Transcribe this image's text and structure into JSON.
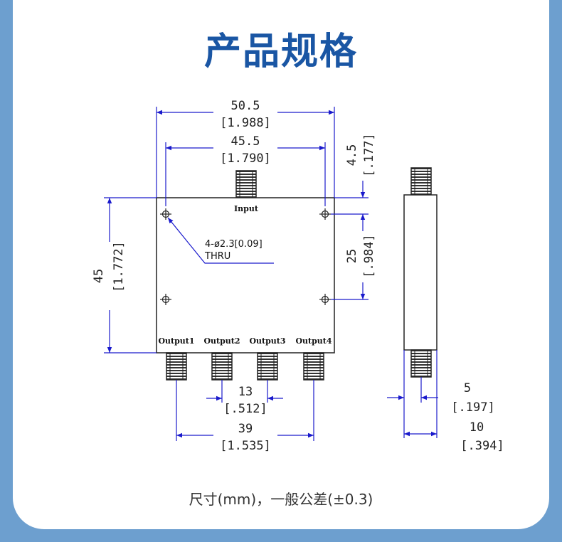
{
  "title": "产品规格",
  "caption": "尺寸(mm)，一般公差(±0.3)",
  "drawing": {
    "input_label": "Input",
    "output_labels": [
      "Output1",
      "Output2",
      "Output3",
      "Output4"
    ],
    "hole_note_line1": "4-ø2.3[0.09]",
    "hole_note_line2": "THRU",
    "dimensions": {
      "overall_width": {
        "mm": "50.5",
        "in": "[1.988]"
      },
      "hole_spacing_x": {
        "mm": "45.5",
        "in": "[1.790]"
      },
      "hole_offset_top": {
        "mm": "4.5",
        "in": "[.177]"
      },
      "height": {
        "mm": "45",
        "in": "[1.772]"
      },
      "hole_spacing_y": {
        "mm": "25",
        "in": "[.984]"
      },
      "output_pitch": {
        "mm": "13",
        "in": "[.512]"
      },
      "output_span": {
        "mm": "39",
        "in": "[1.535]"
      },
      "connector_offset": {
        "mm": "5",
        "in": "[.197]"
      },
      "thickness": {
        "mm": "10",
        "in": "[.394]"
      }
    }
  },
  "colors": {
    "title": "#1a56a4",
    "dimension_line": "#1a1acc",
    "outline": "#222222",
    "background": "#6d9fcf"
  }
}
